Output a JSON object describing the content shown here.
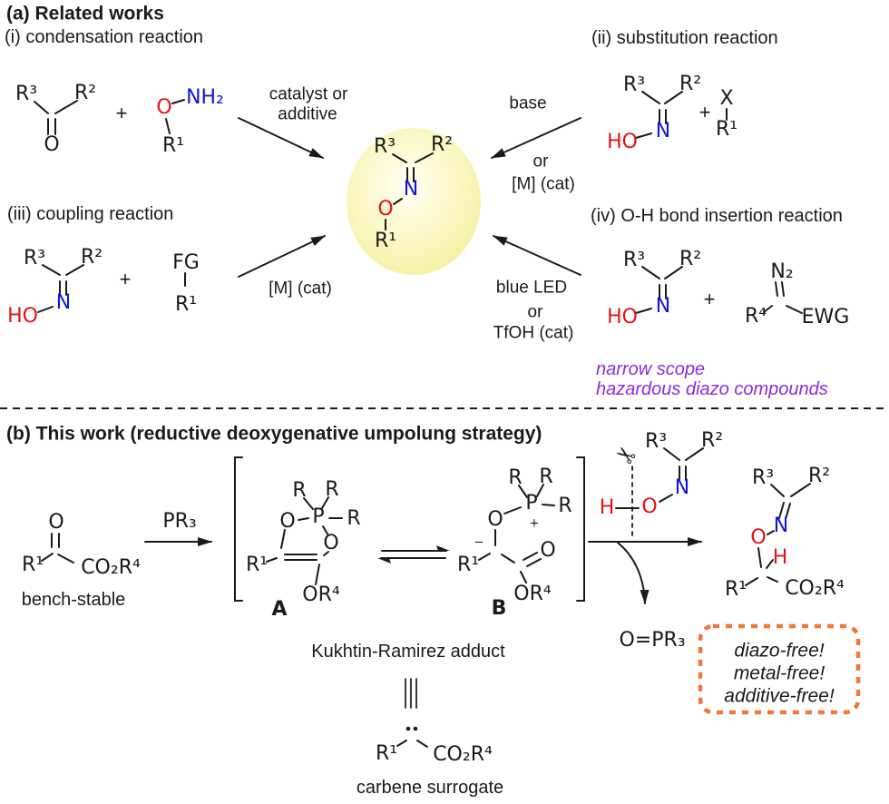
{
  "colors": {
    "ink": "#1a1a1a",
    "red": "#e31219",
    "blue": "#1414e0",
    "purple": "#8a2be2",
    "orange": "#f0783c",
    "halo_yellow": "#f4f0a0"
  },
  "icons": {
    "scissors": "✂"
  },
  "atoms": {
    "r": "R",
    "r1": "R¹",
    "r2": "R²",
    "r3": "R³",
    "r4": "R⁴",
    "o": "O",
    "n": "N",
    "h": "H",
    "ho": "HO",
    "nh2": "NH₂",
    "n2": "N₂",
    "x": "X",
    "fg": "FG",
    "ewg": "EWG",
    "p": "P",
    "co2r4": "CO₂R⁴",
    "or4": "OR⁴",
    "pr3": "PR₃",
    "opr3": "O=PR₃",
    "plus": "+",
    "plus_charge": "+",
    "minus_charge": "−"
  },
  "section_a": {
    "title": "(a) Related works",
    "label_i": "(i) condensation reaction",
    "label_ii": "(ii) substitution reaction",
    "label_iii": "(iii) coupling reaction",
    "label_iv": "(iv) O-H bond insertion reaction",
    "cond_i": [
      "catalyst or",
      "additive"
    ],
    "cond_ii": [
      "base",
      "or",
      "[M] (cat)"
    ],
    "cond_iii": "[M] (cat)",
    "cond_iv": [
      "blue LED",
      "or",
      "TfOH (cat)"
    ],
    "warning": [
      "narrow scope",
      "hazardous diazo compounds"
    ]
  },
  "section_b": {
    "title": "(b) This work (reductive deoxygenative umpolung strategy)",
    "arrow_reagent": "PR₃",
    "substrate_note": "bench-stable",
    "intermediate_a": "A",
    "intermediate_b": "B",
    "intermediate_caption": "Kukhtin-Ramirez adduct",
    "byproduct": "O=PR₃",
    "highlights": [
      "diazo-free!",
      "metal-free!",
      "additive-free!"
    ],
    "equiv_note": "carbene surrogate"
  }
}
